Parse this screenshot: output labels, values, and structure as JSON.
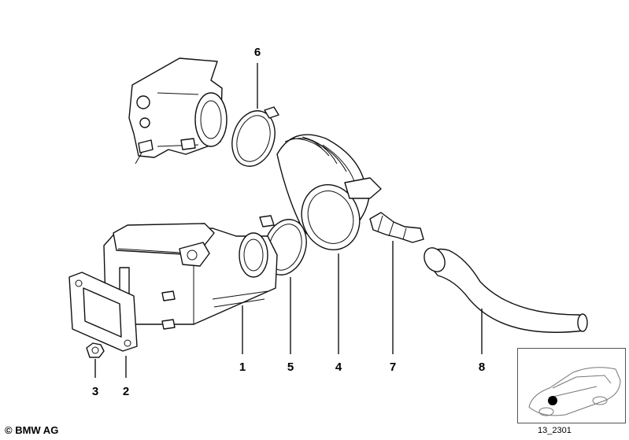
{
  "callouts": [
    {
      "id": "1",
      "label": "1"
    },
    {
      "id": "2",
      "label": "2"
    },
    {
      "id": "3",
      "label": "3"
    },
    {
      "id": "4",
      "label": "4"
    },
    {
      "id": "5",
      "label": "5"
    },
    {
      "id": "6",
      "label": "6"
    },
    {
      "id": "7",
      "label": "7"
    },
    {
      "id": "8",
      "label": "8"
    }
  ],
  "footer": {
    "copyright": "© BMW AG",
    "reference": "13_2301"
  }
}
